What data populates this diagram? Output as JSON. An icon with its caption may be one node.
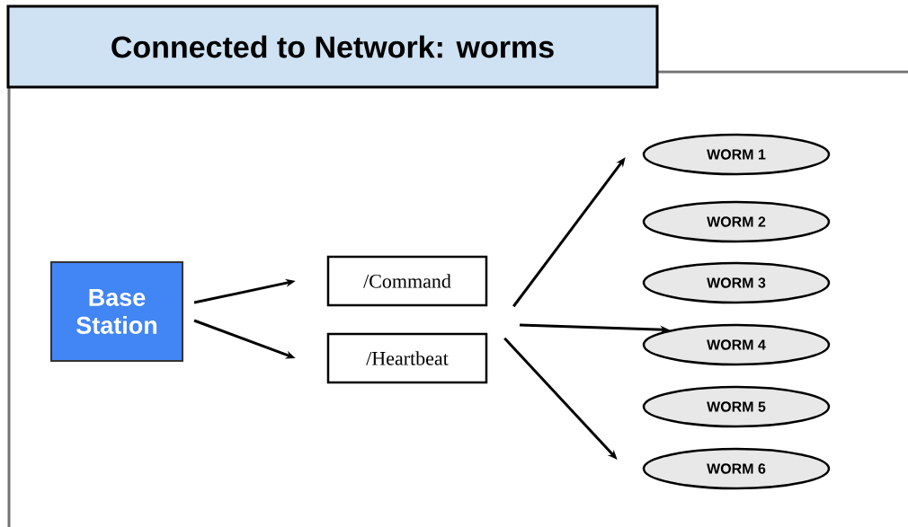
{
  "diagram": {
    "title": "Connected to Network: worms",
    "nodes": [
      {
        "text": [
          "Base Station"
        ]
      },
      {
        "text": [
          "/Command"
        ]
      },
      {
        "text": [
          "/Heartbeat"
        ]
      },
      {
        "text": [
          "WORM 1"
        ]
      },
      {
        "text": [
          "WORM 2"
        ]
      },
      {
        "text": [
          "WORM 3"
        ]
      },
      {
        "text": [
          "WORM 4"
        ]
      },
      {
        "text": [
          "WORM 5"
        ]
      },
      {
        "text": [
          "WORM 6"
        ]
      }
    ],
    "edges": [
      {
        "from": 0,
        "to": 1,
        "arrow": "to"
      },
      {
        "from": 0,
        "to": 2,
        "arrow": "to"
      },
      {
        "from": 1,
        "to": 3,
        "arrow": "to"
      },
      {
        "from": null,
        "to": 6,
        "arrow": "to"
      },
      {
        "from": 2,
        "to": 8,
        "arrow": "to"
      }
    ]
  }
}
